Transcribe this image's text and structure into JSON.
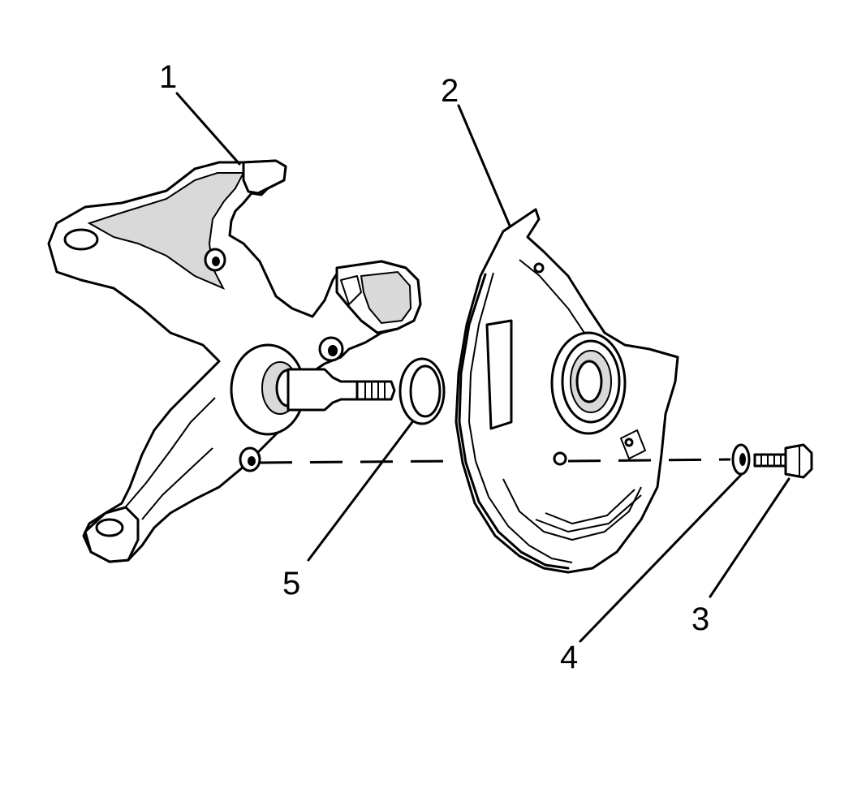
{
  "diagram": {
    "callouts": [
      {
        "id": "1",
        "label": "1"
      },
      {
        "id": "2",
        "label": "2"
      },
      {
        "id": "3",
        "label": "3"
      },
      {
        "id": "4",
        "label": "4"
      },
      {
        "id": "5",
        "label": "5"
      }
    ],
    "parts": [
      "steering-knuckle",
      "splash-shield",
      "bolt",
      "washer",
      "seal-ring"
    ]
  }
}
